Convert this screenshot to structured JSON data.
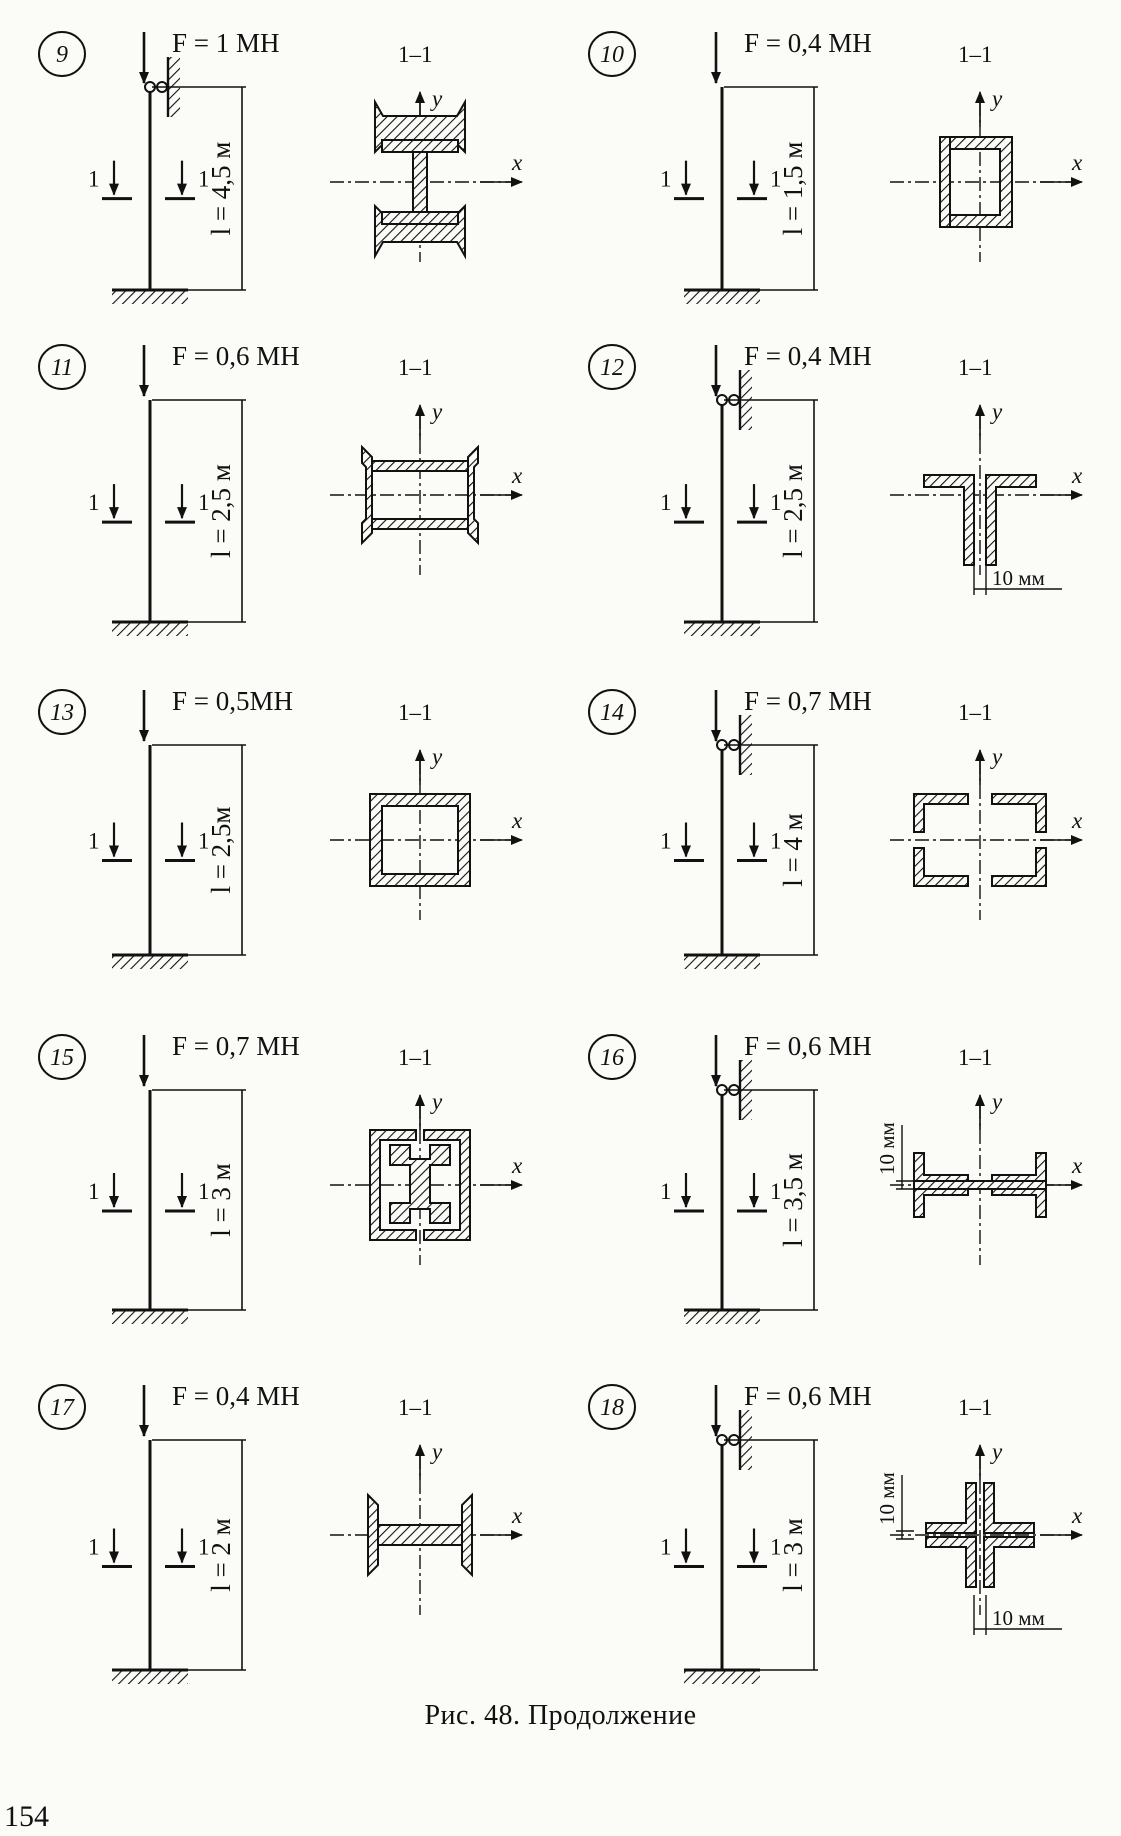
{
  "figure": {
    "caption": "Рис. 48. Продолжение",
    "page_number": "154"
  },
  "section_label": "1–1",
  "section_mark": "1",
  "axes": {
    "x": "x",
    "y": "y"
  },
  "problems": [
    {
      "number": "9",
      "force": "F = 1 MH",
      "length": "l = 4,5 м",
      "section_type": "double-channel-spaced"
    },
    {
      "number": "10",
      "force": "F = 0,4 MH",
      "length": "l = 1,5 м",
      "section_type": "channel-plate"
    },
    {
      "number": "11",
      "force": "F = 0,6 MH",
      "length": "l = 2,5 м",
      "section_type": "two-channels-box"
    },
    {
      "number": "12",
      "force": "F = 0,4 MH",
      "length": "l = 2,5 м",
      "section_type": "two-angles-tee",
      "dimension": "10 мм"
    },
    {
      "number": "13",
      "force": "F = 0,5MH",
      "length": "l = 2,5м",
      "section_type": "two-channels-closed"
    },
    {
      "number": "14",
      "force": "F = 0,7 MH",
      "length": "l = 4 м",
      "section_type": "four-angles-box"
    },
    {
      "number": "15",
      "force": "F = 0,7 MH",
      "length": "l = 3 м",
      "section_type": "ibeam-two-channels"
    },
    {
      "number": "16",
      "force": "F = 0,6 MH",
      "length": "l = 3,5 м",
      "section_type": "four-angles-plate",
      "dimension": "10 мм"
    },
    {
      "number": "17",
      "force": "F = 0,4 MH",
      "length": "l = 2 м",
      "section_type": "ibeam"
    },
    {
      "number": "18",
      "force": "F = 0,6 MH",
      "length": "l = 3 м",
      "section_type": "four-angles-cross",
      "dimension": "10 мм"
    }
  ],
  "colors": {
    "ink": "#111111",
    "paper": "#fbfbf8",
    "hatch": "#111111"
  }
}
